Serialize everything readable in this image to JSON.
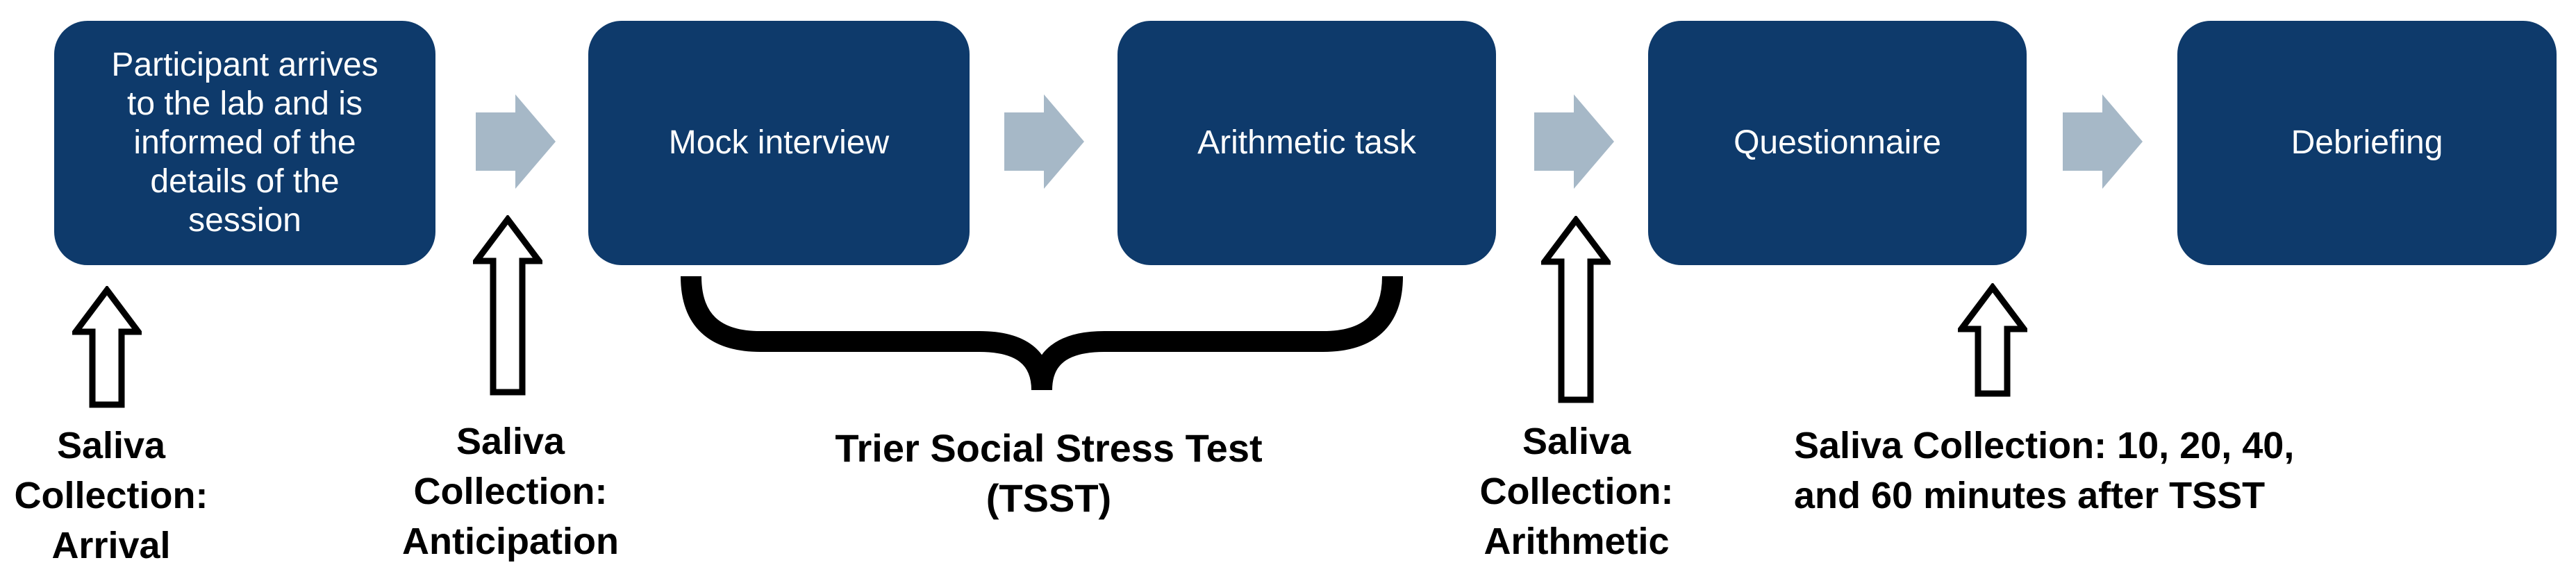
{
  "diagram": {
    "title_implicit": "TSST experimental session procedure",
    "colors": {
      "box_fill": "#0e3a6b",
      "box_text": "#ffffff",
      "flow_arrow_fill": "#a6b8c7",
      "marker_arrow_fill": "#ffffff",
      "marker_arrow_stroke": "#000000",
      "brace_color": "#000000",
      "label_text": "#000000",
      "background": "#ffffff"
    },
    "boxes": [
      {
        "label": "Participant arrives to the lab and is informed of the details of the session"
      },
      {
        "label": "Mock interview"
      },
      {
        "label": "Arithmetic task"
      },
      {
        "label": "Questionnaire"
      },
      {
        "label": "Debriefing"
      }
    ],
    "flow_arrows": [
      {
        "name": "arrow-1",
        "from": "Participant arrives to the lab and is informed of the details of the session",
        "to": "Mock interview"
      },
      {
        "name": "arrow-2",
        "from": "Mock interview",
        "to": "Arithmetic task"
      },
      {
        "name": "arrow-3",
        "from": "Arithmetic task",
        "to": "Questionnaire"
      },
      {
        "name": "arrow-4",
        "from": "Questionnaire",
        "to": "Debriefing"
      }
    ],
    "saliva_labels": [
      {
        "line1": "Saliva",
        "line2": "Collection:",
        "line3": "Arrival"
      },
      {
        "line1": "Saliva",
        "line2": "Collection:",
        "line3": "Anticipation"
      },
      {
        "line1": "Saliva",
        "line2": "Collection:",
        "line3": "Arithmetic"
      },
      {
        "line1": "Saliva Collection: 10, 20, 40,",
        "line2": "and 60 minutes after TSST"
      }
    ],
    "brace_label": {
      "line1": "Trier Social Stress Test",
      "line2": "(TSST)"
    }
  }
}
